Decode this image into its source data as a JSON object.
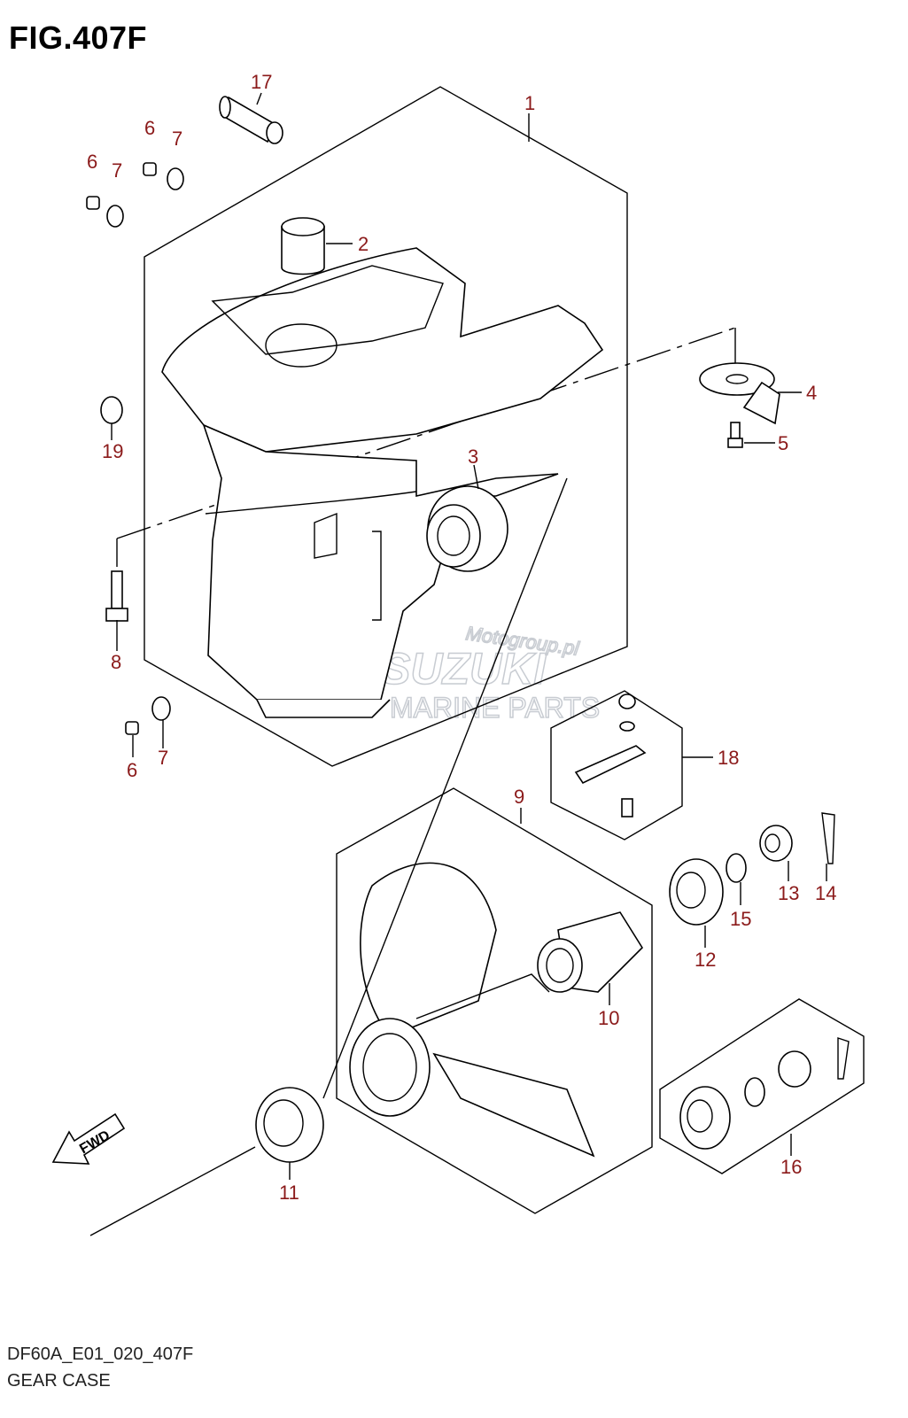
{
  "figure": {
    "title": "FIG.407F",
    "footer_code": "DF60A_E01_020_407F",
    "footer_name": "GEAR CASE"
  },
  "callouts": [
    "1",
    "2",
    "3",
    "4",
    "5",
    "6",
    "6",
    "6",
    "7",
    "7",
    "7",
    "8",
    "9",
    "10",
    "11",
    "12",
    "13",
    "14",
    "15",
    "16",
    "17",
    "18",
    "19"
  ],
  "direction_label": "FWD",
  "watermark": {
    "line1": "Motogroup.pl",
    "line2": "SUZUKI",
    "line3": "MARINE PARTS"
  },
  "colors": {
    "callout": "#8b1a1a",
    "line": "#000000",
    "watermark": "#c8ccd2"
  }
}
